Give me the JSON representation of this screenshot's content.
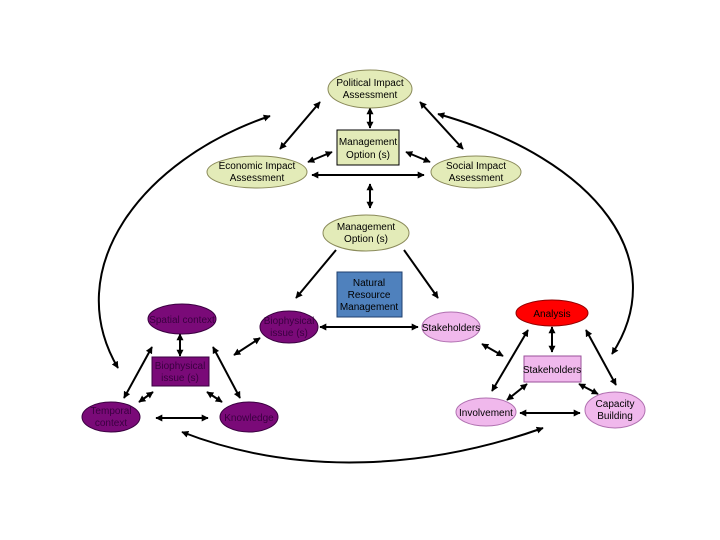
{
  "nodes": {
    "political": [
      "Political Impact",
      "Assessment"
    ],
    "mgmt_top": [
      "Management",
      "Option (s)"
    ],
    "economic": [
      "Economic Impact",
      "Assessment"
    ],
    "social": [
      "Social Impact",
      "Assessment"
    ],
    "mgmt_mid": [
      "Management",
      "Option (s)"
    ],
    "nrm": [
      "Natural",
      "Resource",
      "Management"
    ],
    "bio_center": [
      "Biophysical",
      "issue (s)"
    ],
    "stake_center": "Stakeholders",
    "spatial": "Spatial context",
    "bio_left": [
      "Biophysical",
      "issue (s)"
    ],
    "temporal": [
      "Temporal",
      "context"
    ],
    "knowledge": "Knowledge",
    "analysis": "Analysis",
    "stake_right": "Stakeholders",
    "involvement": "Involvement",
    "capacity": [
      "Capacity",
      "Building"
    ]
  },
  "colors": {
    "green_fill": "#e3ebb8",
    "purple_dark": "#7a0a78",
    "purple_light": "#f0b8ec",
    "blue_box": "#4f81bd",
    "red": "#ff0000"
  }
}
